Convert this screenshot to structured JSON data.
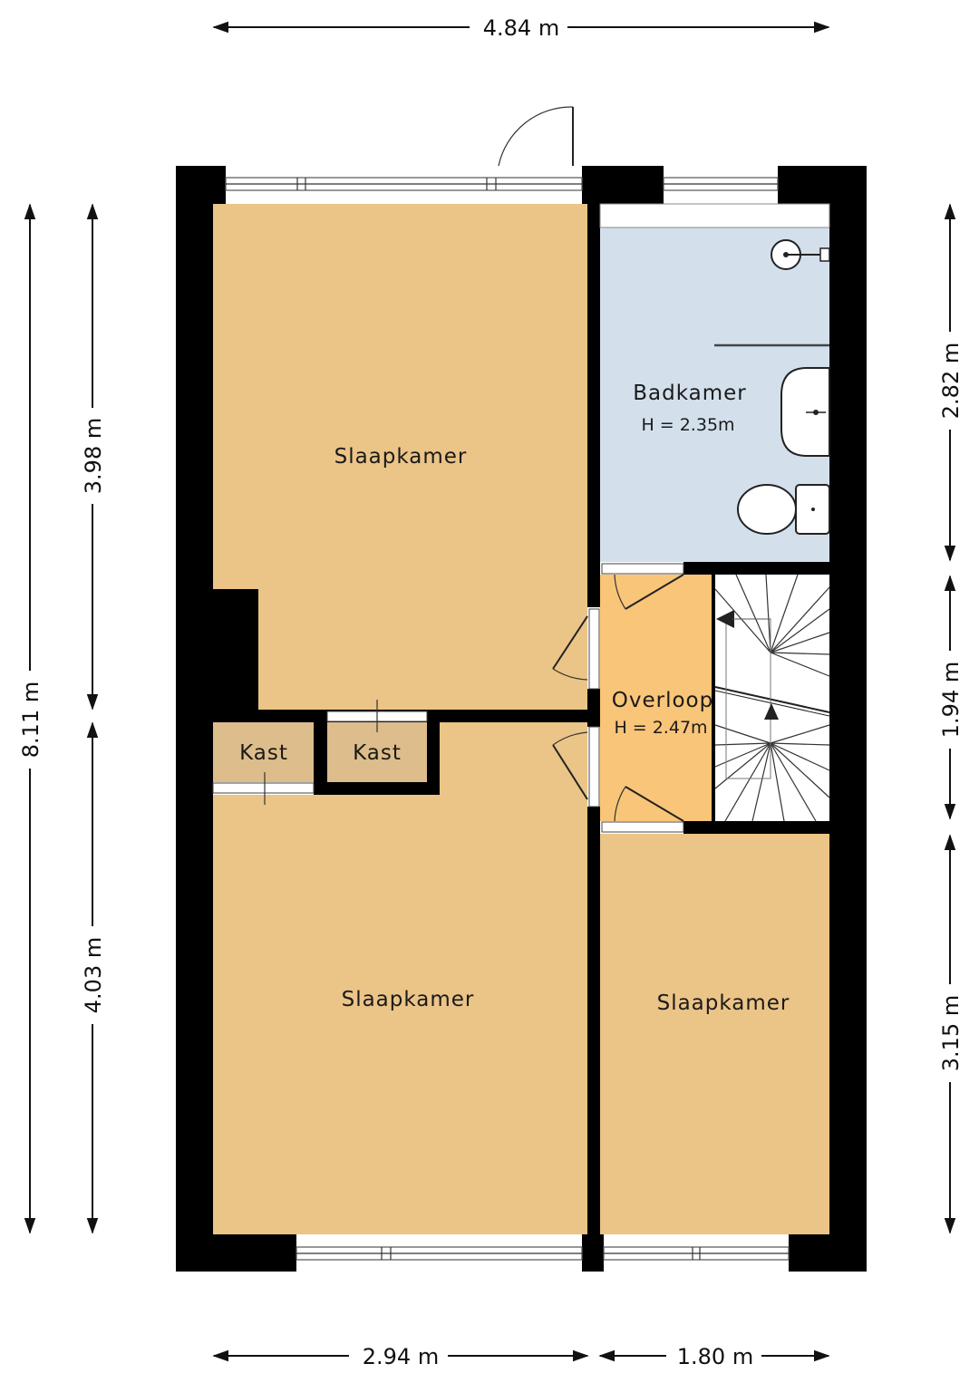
{
  "colors": {
    "wall": "#000000",
    "bedroom": "#EBC487",
    "bathroom": "#D3E0EC",
    "landing": "#F9C578",
    "closet": "#DDBD8B",
    "stairs": "#FFFFFF"
  },
  "rooms": {
    "bedroom_top": {
      "name": "Slaapkamer"
    },
    "bathroom": {
      "name": "Badkamer",
      "height": "H = 2.35m"
    },
    "landing": {
      "name": "Overloop",
      "height": "H = 2.47m"
    },
    "closet_left": {
      "name": "Kast"
    },
    "closet_right": {
      "name": "Kast"
    },
    "bedroom_bottom_left": {
      "name": "Slaapkamer"
    },
    "bedroom_bottom_right": {
      "name": "Slaapkamer"
    }
  },
  "dimensions": {
    "top_width": "4.84 m",
    "left_total": "8.11 m",
    "left_upper": "3.98 m",
    "left_lower": "4.03 m",
    "right_upper": "2.82 m",
    "right_middle": "1.94 m",
    "right_lower": "3.15 m",
    "bottom_left": "2.94 m",
    "bottom_right": "1.80 m"
  },
  "icons": [
    "sink-icon",
    "shower-icon",
    "bathtub-icon",
    "toilet-icon",
    "stair-arrow-icon",
    "door-swing-icon",
    "window-icon"
  ]
}
